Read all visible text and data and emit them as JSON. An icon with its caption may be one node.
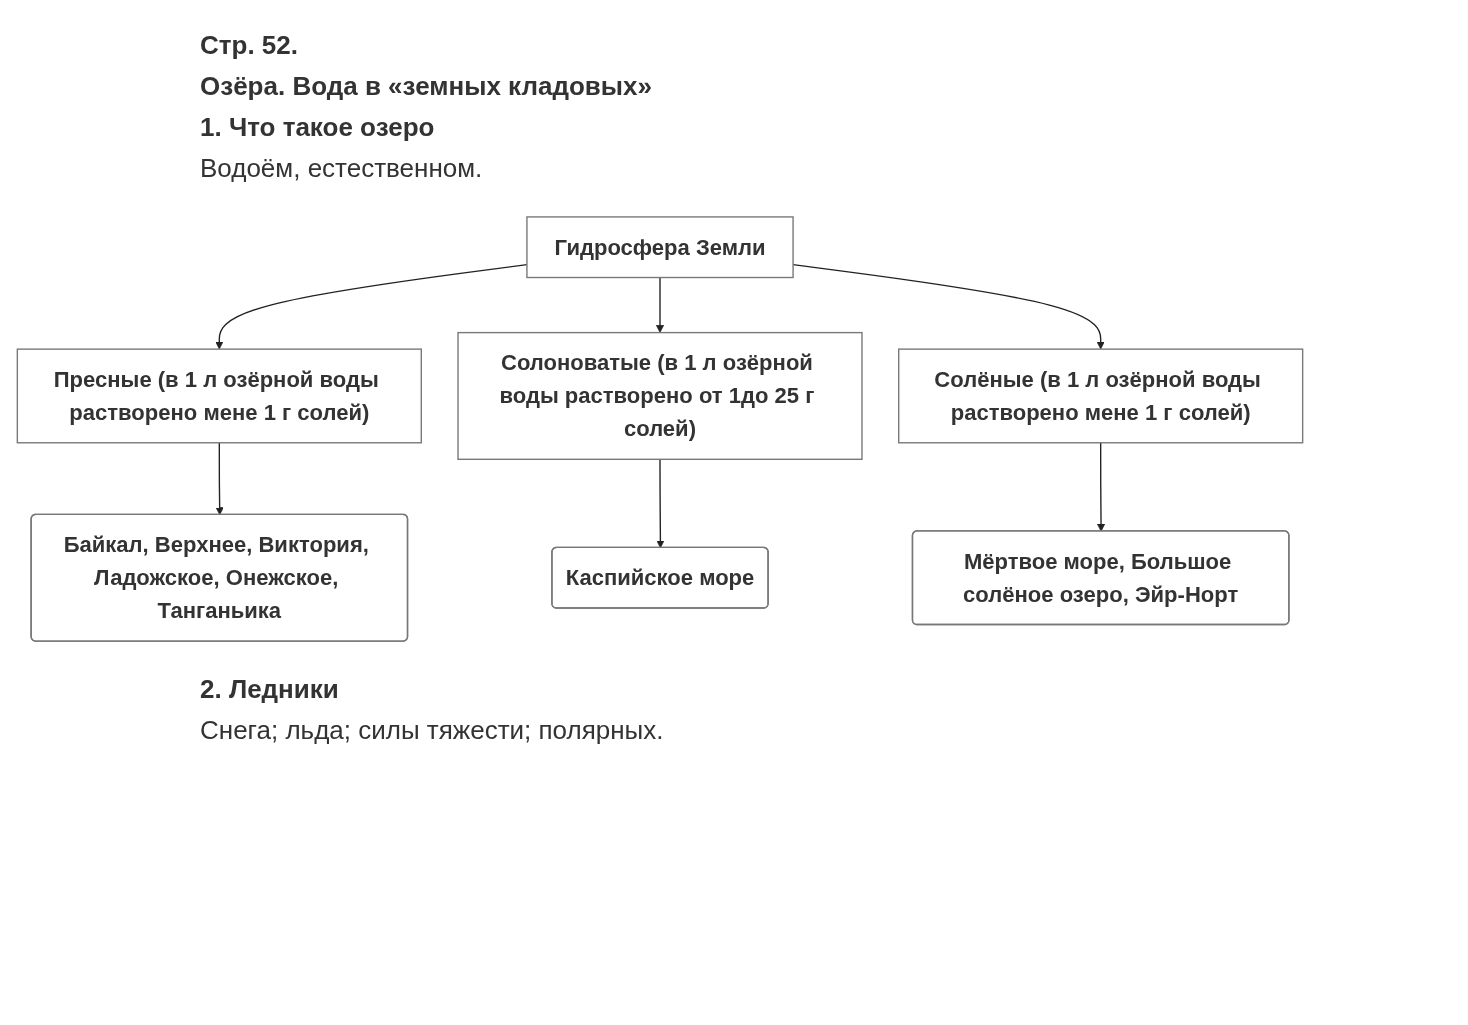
{
  "diagram": {
    "title": "Стр. 52.",
    "nodes": [
      {
        "text": [
          "Гидросфера Земли"
        ]
      },
      {
        "text": [
          "Пресные (в 1 л озёрной воды растворено мене 1 г солей)"
        ]
      },
      {
        "text": [
          "Солоноватые (в 1 л озёрной воды растворено от 1до 25 г солей)"
        ]
      },
      {
        "text": [
          "Солёные (в 1 л озёрной воды растворено мене 1 г солей)"
        ]
      },
      {
        "text": [
          "Байкал, Верхнее, Виктория, Ладожское, Онежское, Танганьика"
        ]
      },
      {
        "text": [
          "Каспийское море"
        ]
      },
      {
        "text": [
          "Мёртвое море, Большое солёное озеро, Эйр-Норт"
        ]
      }
    ],
    "edges": [
      {
        "from": 0,
        "to": 1,
        "arrow": "to"
      },
      {
        "from": 0,
        "to": 2,
        "arrow": "to"
      },
      {
        "from": 0,
        "to": 3,
        "arrow": "to"
      },
      {
        "from": 1,
        "to": 4,
        "arrow": "to"
      },
      {
        "from": 2,
        "to": 5,
        "arrow": "to"
      },
      {
        "from": 3,
        "to": 6,
        "arrow": "to"
      }
    ],
    "labels": [
      "Озёра. Вода в «земных кладовых»",
      "1. Что такое озеро",
      "Водоём, естественном.",
      "2. Ледники",
      "Снега; льда; силы тяжести; полярных."
    ]
  }
}
